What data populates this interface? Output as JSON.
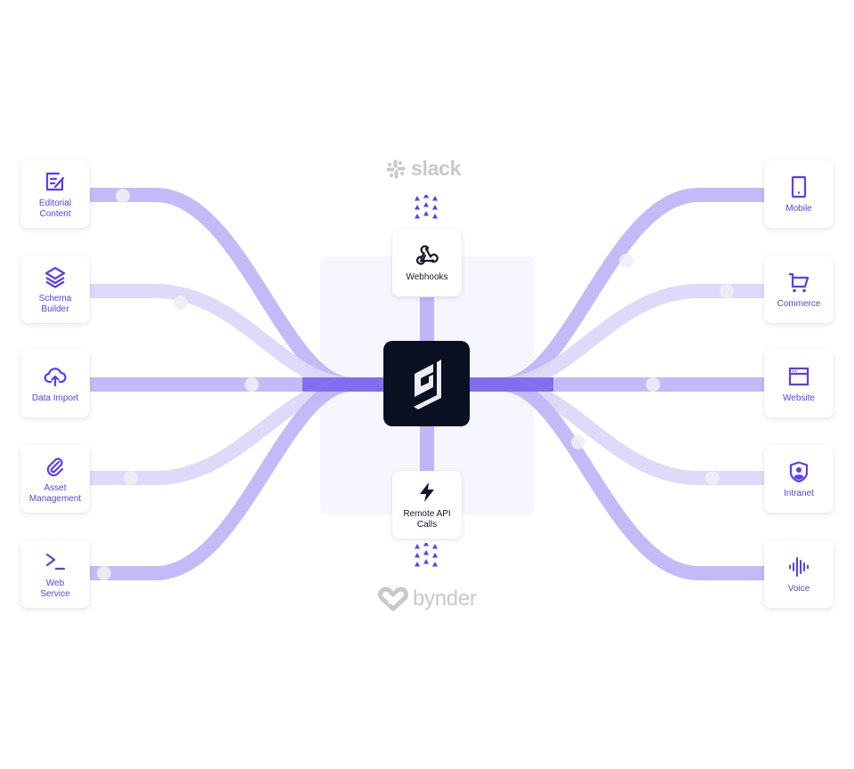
{
  "colors": {
    "accent": "#5b3df5",
    "flow_strong": "#c1b6f7",
    "flow_light": "#ddd7fa",
    "flow_core": "#7460ef",
    "core_bg": "#0b0f22",
    "hub_bg": "#f6f6fe",
    "partner_gray": "#c9c9c9",
    "dot": "#eeeef6"
  },
  "sources": [
    {
      "label": "Editorial\nContent",
      "icon": "edit-document-icon",
      "strength": "strong"
    },
    {
      "label": "Schema\nBuilder",
      "icon": "layers-icon",
      "strength": "light"
    },
    {
      "label": "Data Import",
      "icon": "cloud-upload-icon",
      "strength": "strong"
    },
    {
      "label": "Asset\nManagement",
      "icon": "paperclip-icon",
      "strength": "light"
    },
    {
      "label": "Web\nService",
      "icon": "terminal-icon",
      "strength": "strong"
    }
  ],
  "destinations": [
    {
      "label": "Mobile",
      "icon": "mobile-phone-icon",
      "strength": "strong"
    },
    {
      "label": "Commerce",
      "icon": "shopping-cart-icon",
      "strength": "light"
    },
    {
      "label": "Website",
      "icon": "browser-window-icon",
      "strength": "strong"
    },
    {
      "label": "Intranet",
      "icon": "shield-user-icon",
      "strength": "light"
    },
    {
      "label": "Voice",
      "icon": "sound-wave-icon",
      "strength": "strong"
    }
  ],
  "hub": {
    "core_logo": "hygraph-logo-icon",
    "top_node": {
      "label": "Webhooks",
      "icon": "webhook-icon"
    },
    "bottom_node": {
      "label": "Remote API\nCalls",
      "icon": "lightning-bolt-icon"
    }
  },
  "partners": {
    "top": {
      "name": "slack",
      "icon": "slack-logo-icon"
    },
    "bottom": {
      "name": "bynder",
      "icon": "bynder-logo-icon"
    }
  }
}
